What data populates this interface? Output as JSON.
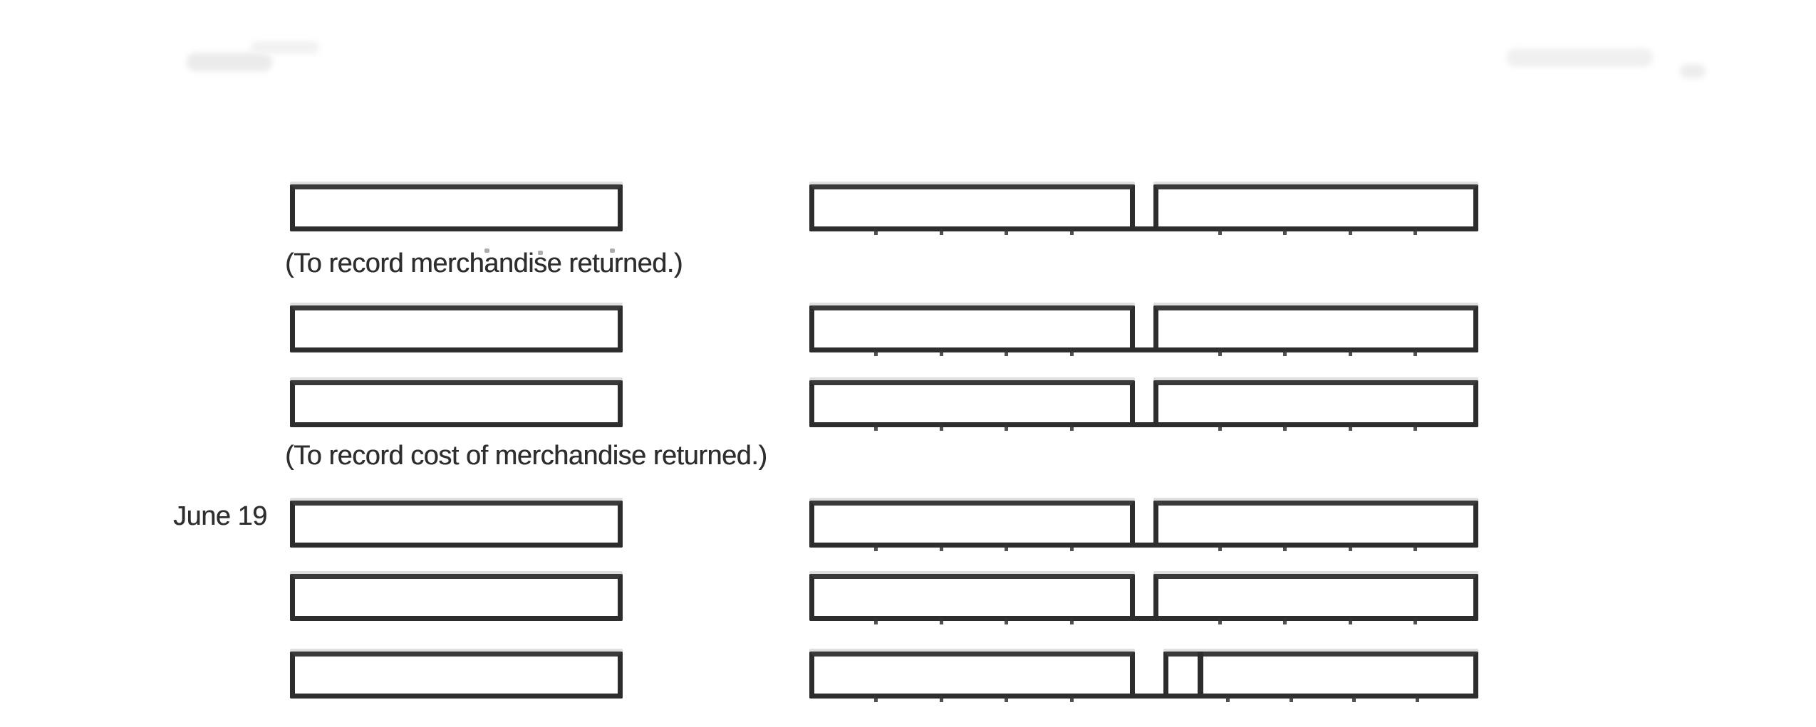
{
  "document": {
    "date_label": "June 19",
    "captions": {
      "merchandise_returned": "(To record merchandise returned.)",
      "cost_merchandise_returned": "(To record cost of merchandise returned.)"
    },
    "rows": [
      {
        "account": "",
        "debit": "",
        "credit": ""
      },
      {
        "account": "",
        "debit": "",
        "credit": ""
      },
      {
        "account": "",
        "debit": "",
        "credit": ""
      },
      {
        "account": "",
        "debit": "",
        "credit": ""
      },
      {
        "account": "",
        "debit": "",
        "credit": ""
      },
      {
        "account": "",
        "debit": "",
        "credit": ""
      }
    ],
    "colors": {
      "ink": "#2d2d2d",
      "paper": "#ffffff"
    }
  }
}
